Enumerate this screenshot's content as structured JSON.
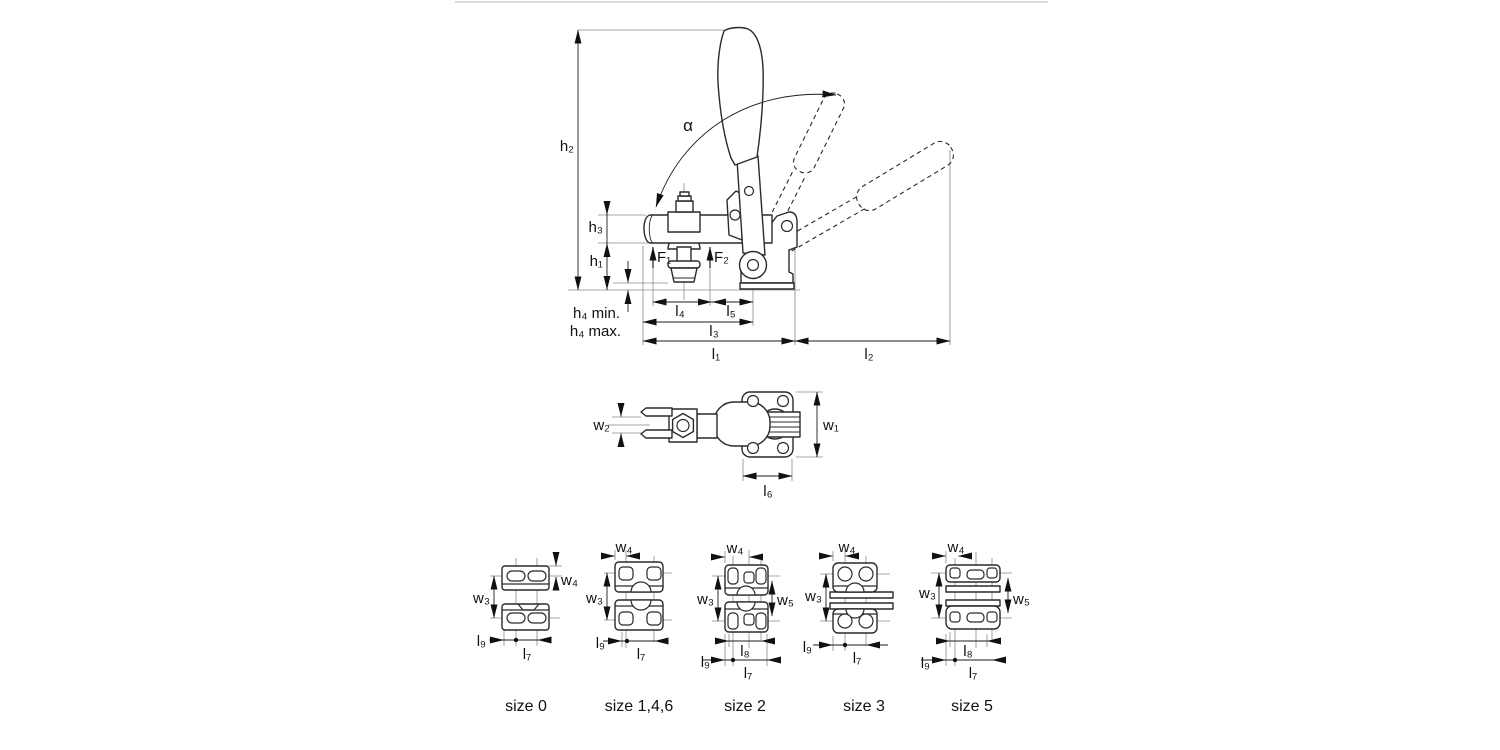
{
  "figure": {
    "type": "technical-dimensional-drawing",
    "subject": "vertical toggle clamp with mounting base footprints",
    "views": [
      "side view with open handle positions",
      "top view",
      "footprint variants"
    ]
  },
  "colors": {
    "background": "#ffffff",
    "outline": "#2a2a2a",
    "dimension_line": "#1c1c1c",
    "extension_line": "#8a8a8a",
    "top_border": "#cfcfcf"
  },
  "side_view": {
    "labels": {
      "h1": "h₁",
      "h2": "h₂",
      "h3": "h₃",
      "h4_min": "h₄ min.",
      "h4_max": "h₄ max.",
      "F1": "F₁",
      "F2": "F₂",
      "l1": "l₁",
      "l2": "l₂",
      "l3": "l₃",
      "l4": "l₄",
      "l5": "l₅",
      "alpha": "α"
    }
  },
  "top_view": {
    "labels": {
      "w1": "w₁",
      "w2": "w₂",
      "l6": "l₆"
    }
  },
  "footprints": [
    {
      "caption": "size 0",
      "labels": {
        "w3": "w₃",
        "w4": "w₄",
        "l7": "l₇",
        "l9": "l₉"
      }
    },
    {
      "caption": "size 1,4,6",
      "labels": {
        "w3": "w₃",
        "w4": "w₄",
        "l7": "l₇",
        "l9": "l₉"
      }
    },
    {
      "caption": "size 2",
      "labels": {
        "w3": "w₃",
        "w4": "w₄",
        "w5": "w₅",
        "l7": "l₇",
        "l8": "l₈",
        "l9": "l₉"
      }
    },
    {
      "caption": "size 3",
      "labels": {
        "w3": "w₃",
        "w4": "w₄",
        "l7": "l₇",
        "l9": "l₉"
      }
    },
    {
      "caption": "size 5",
      "labels": {
        "w3": "w₃",
        "w4": "w₄",
        "w5": "w₅",
        "l7": "l₇",
        "l8": "l₈",
        "l9": "l₉"
      }
    }
  ]
}
